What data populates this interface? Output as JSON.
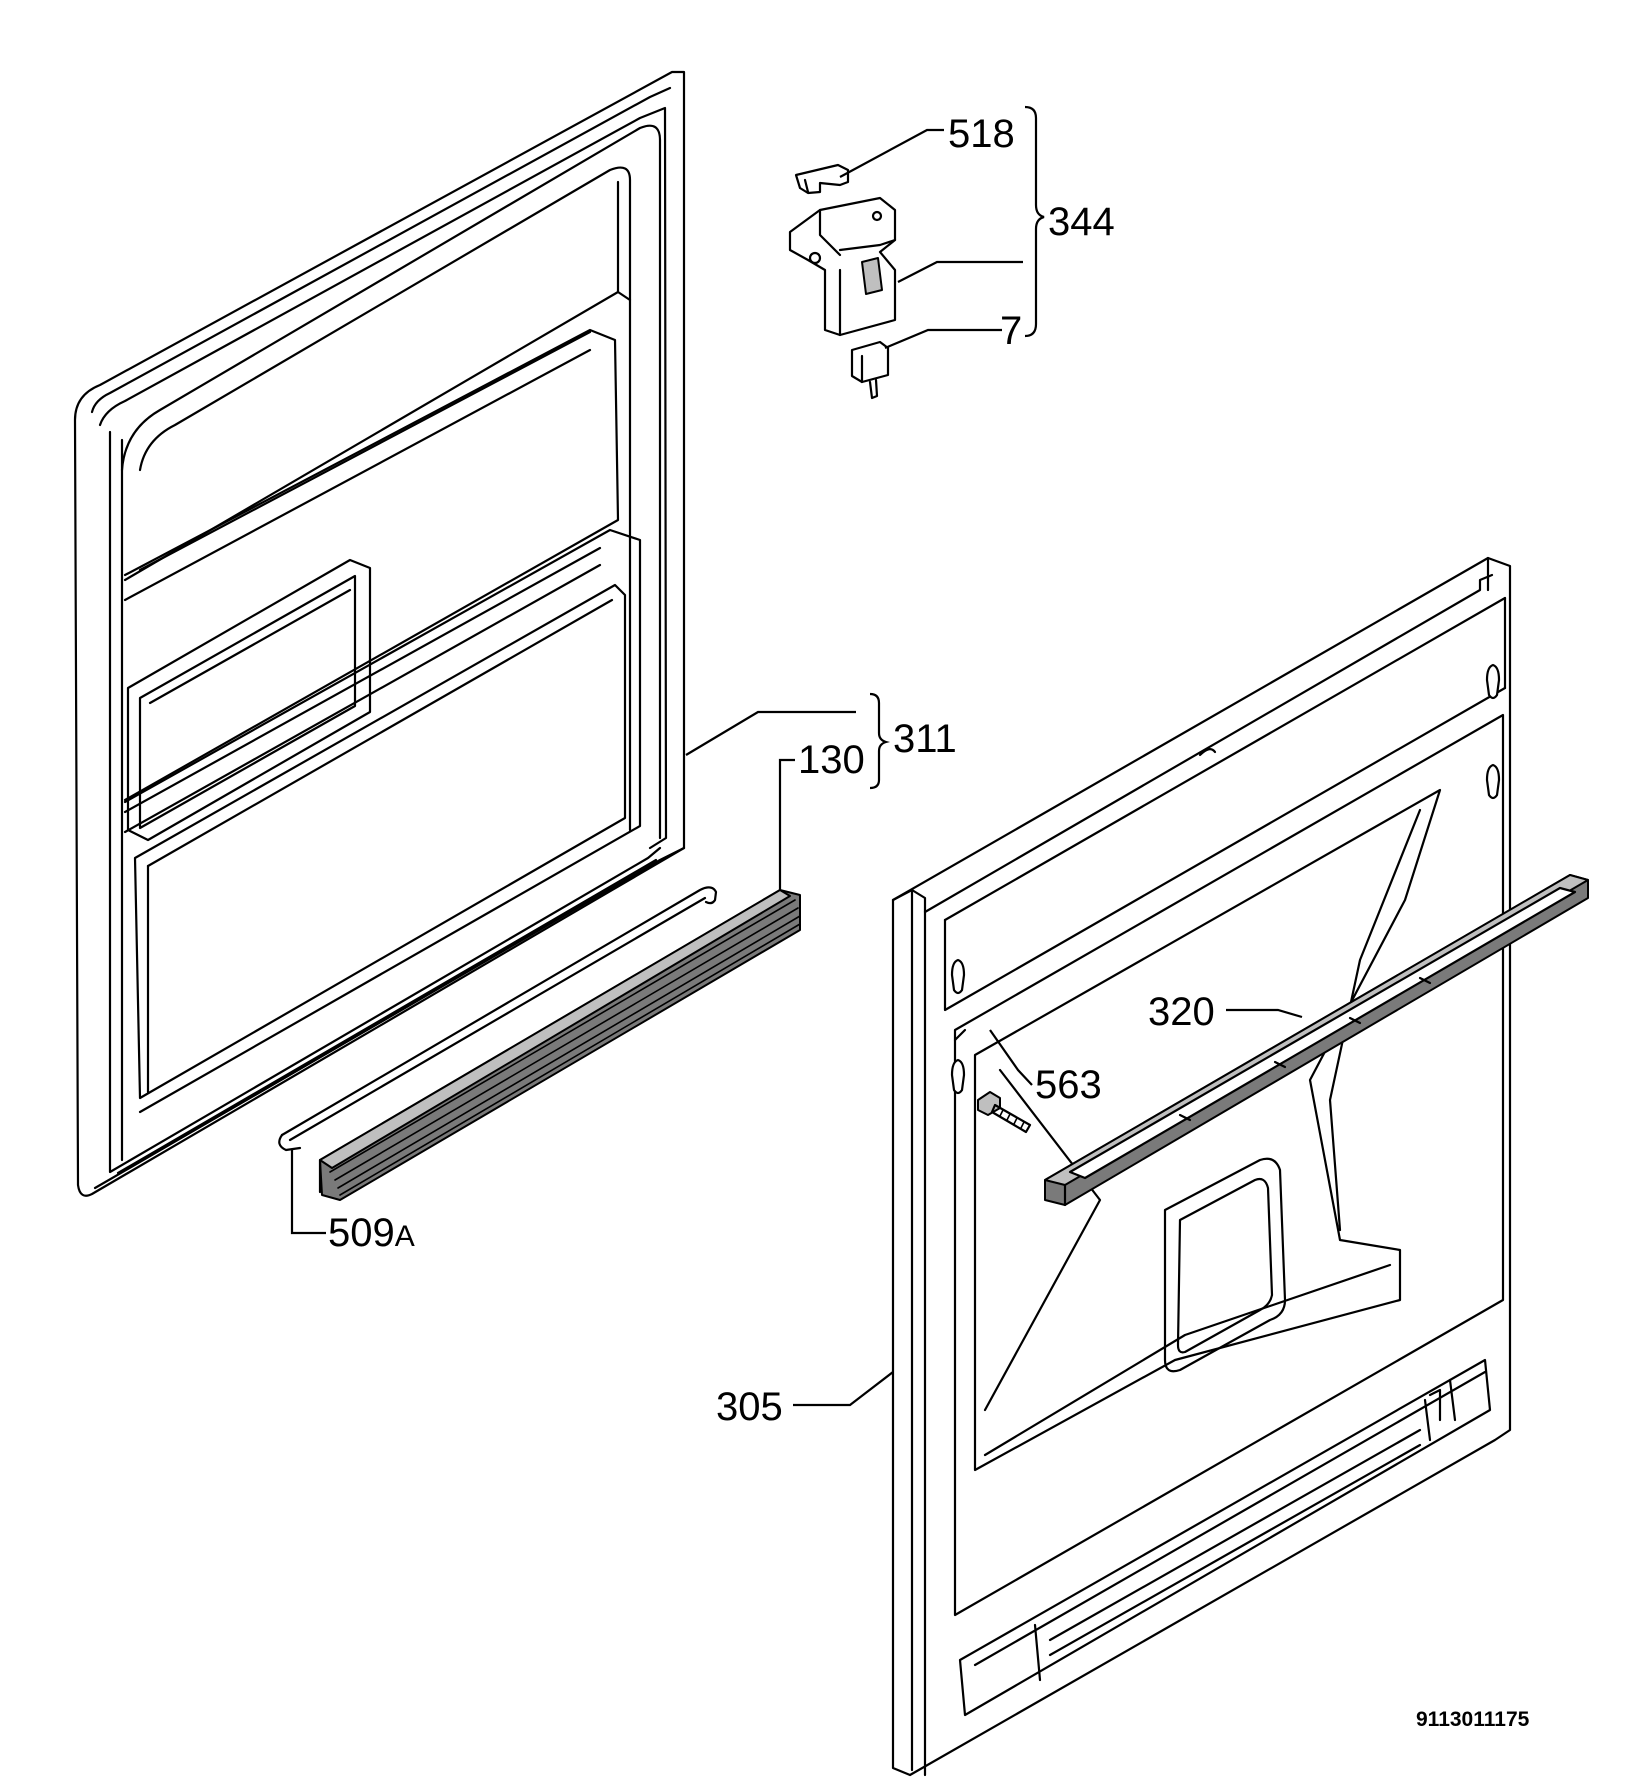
{
  "diagram": {
    "labels": {
      "p518": "518",
      "p344": "344",
      "p7": "7",
      "p311": "311",
      "p130": "130",
      "p320": "320",
      "p563": "563",
      "p509_num": "509",
      "p509_letter": "A",
      "p305": "305"
    },
    "document_number": "9113011175"
  }
}
